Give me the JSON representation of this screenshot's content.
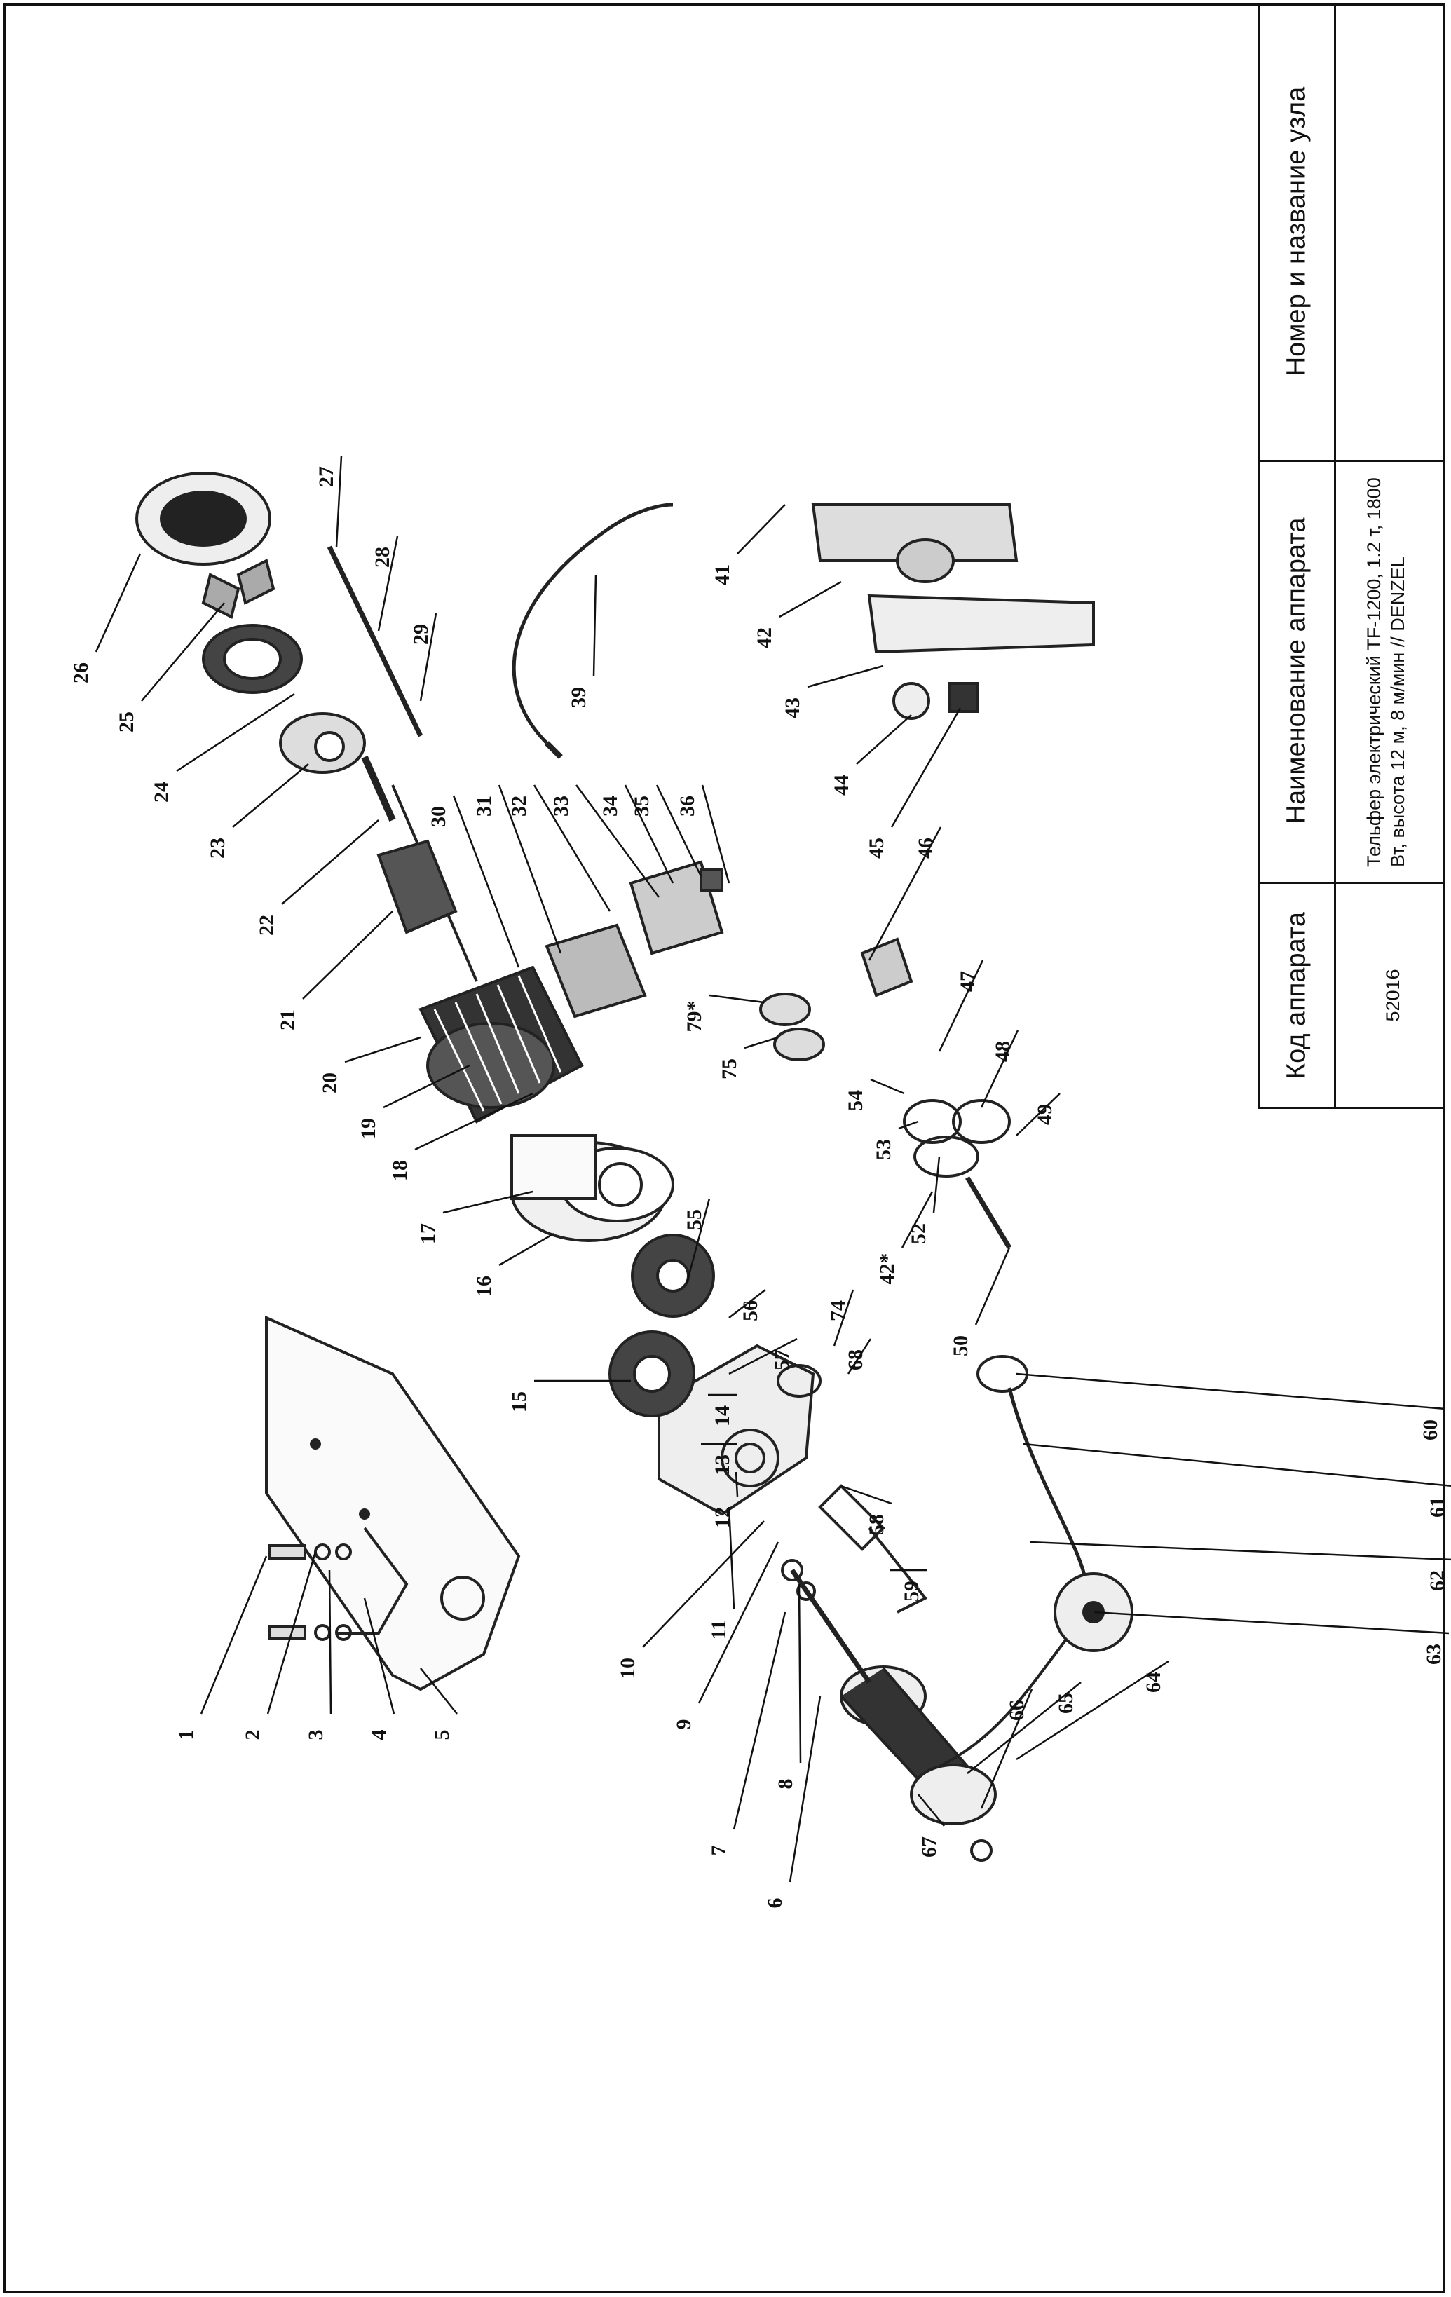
{
  "info_block": {
    "col_node": {
      "header": "Номер и название узла",
      "value": ""
    },
    "col_name": {
      "header": "Наименование аппарата",
      "value": "Тельфер электрический TF-1200, 1.2 т, 1800 Вт, высота 12 м, 8 м/мин // DENZEL"
    },
    "col_code": {
      "header": "Код аппарата",
      "value": "52016"
    }
  },
  "parts": [
    "1",
    "2",
    "3",
    "4",
    "5",
    "6",
    "7",
    "8",
    "9",
    "10",
    "11",
    "12",
    "13",
    "14",
    "15",
    "16",
    "17",
    "18",
    "19",
    "20",
    "21",
    "22",
    "23",
    "24",
    "25",
    "26",
    "27",
    "28",
    "29",
    "30",
    "31",
    "32",
    "33",
    "34",
    "35",
    "36",
    "39",
    "41",
    "42",
    "43",
    "44",
    "45",
    "46",
    "47",
    "48",
    "49",
    "50",
    "52",
    "53",
    "54",
    "55",
    "56",
    "57",
    "58",
    "59",
    "60",
    "61",
    "62",
    "63",
    "64",
    "65",
    "66",
    "67",
    "68",
    "74",
    "75",
    "79*",
    "42*",
    "1"
  ]
}
